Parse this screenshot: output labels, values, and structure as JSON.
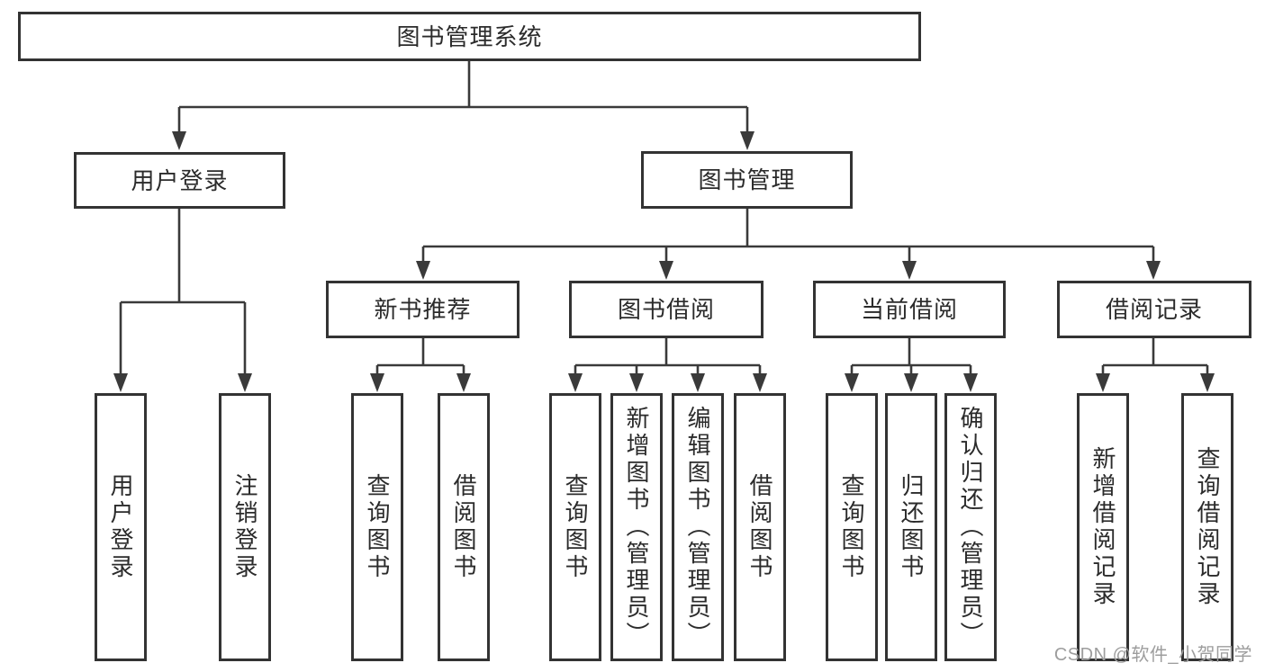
{
  "diagram": {
    "nodes": {
      "root": {
        "label": "图书管理系统"
      },
      "user_login": {
        "label": "用户登录"
      },
      "book_management": {
        "label": "图书管理"
      },
      "new_book_recommend": {
        "label": "新书推荐"
      },
      "book_borrow": {
        "label": "图书借阅"
      },
      "current_borrow": {
        "label": "当前借阅"
      },
      "borrow_records": {
        "label": "借阅记录"
      },
      "leaf_user_login": {
        "label": "用户登录"
      },
      "leaf_logout": {
        "label": "注销登录"
      },
      "nb_query_books": {
        "label": "查询图书"
      },
      "nb_borrow_books": {
        "label": "借阅图书"
      },
      "bb_query_books": {
        "label": "查询图书"
      },
      "bb_add_book_admin": {
        "label": "新增图书（管理员）"
      },
      "bb_edit_book_admin": {
        "label": "编辑图书（管理员）"
      },
      "bb_borrow_books": {
        "label": "借阅图书"
      },
      "cb_query_books": {
        "label": "查询图书"
      },
      "cb_return_books": {
        "label": "归还图书"
      },
      "cb_confirm_return_admin": {
        "label": "确认归还（管理员）"
      },
      "br_add_record": {
        "label": "新增借阅记录"
      },
      "br_query_record": {
        "label": "查询借阅记录"
      }
    },
    "watermark": {
      "text": "CSDN @软件_小贺同学"
    },
    "colors": {
      "line": "#3a3a3a",
      "box_border": "#333333",
      "text": "#2b2b2b",
      "watermark": "#9d9d9d",
      "background": "#ffffff"
    }
  }
}
